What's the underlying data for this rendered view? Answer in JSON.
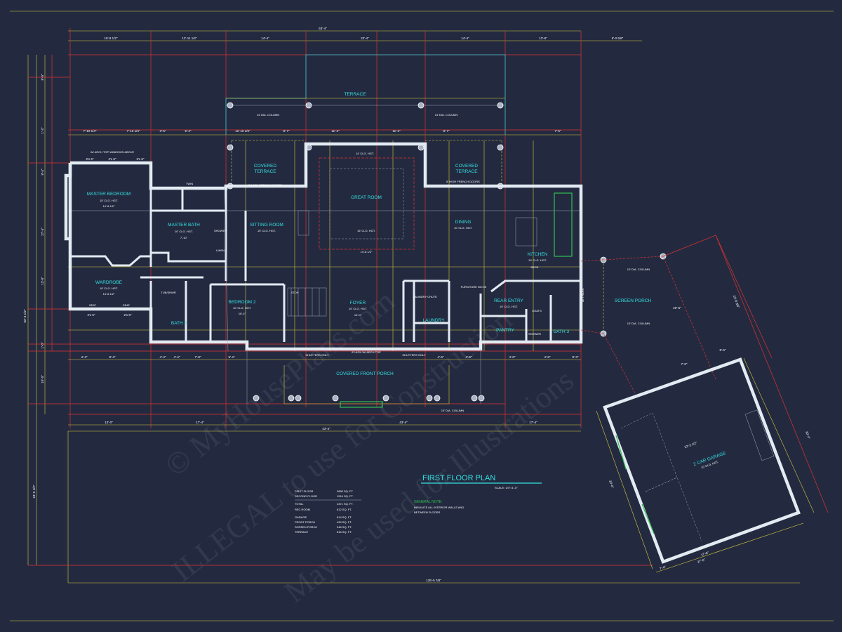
{
  "title": "FIRST FLOOR PLAN",
  "scale": "SCALE: 1/4\"=1'-0\"",
  "general_note": {
    "heading": "GENERAL NOTE:",
    "lines": [
      "INSULATE ALL INTERIOR WALLS AND",
      "BETWEEN FLOORS"
    ]
  },
  "watermark": [
    "© MyHousePlans.com",
    "ILLEGAL to use for Construction",
    "May be used for Illustrations"
  ],
  "area_table": [
    {
      "label": "FIRST FLOOR",
      "value": "2855 SQ. FT."
    },
    {
      "label": "SECOND FLOOR",
      "value": "1516 SQ. FT."
    },
    {
      "label": "TOTAL",
      "value": "4371 SQ. FT."
    },
    {
      "label": "REC ROOM",
      "value": "612 SQ. FT."
    },
    {
      "label": "GARAGE",
      "value": "814 SQ. FT."
    },
    {
      "label": "FRONT PORCH",
      "value": "439 SQ. FT."
    },
    {
      "label": "SCREEN PORCH",
      "value": "346 SQ. FT."
    },
    {
      "label": "TERRACE",
      "value": "816 SQ. FT."
    }
  ],
  "rooms": {
    "terrace": {
      "name": "TERRACE",
      "note": ""
    },
    "covered_terrace_left": {
      "name": "COVERED",
      "name2": "TERRACE"
    },
    "covered_terrace_right": {
      "name": "COVERED",
      "name2": "TERRACE"
    },
    "master_bedroom": {
      "name": "MASTER BEDROOM",
      "note": "15' CLG. HGT.",
      "dim": "14'-8 1/2\""
    },
    "master_bath": {
      "name": "MASTER BATH",
      "note": "10' CLG. HGT.",
      "dim": "7'-10\""
    },
    "sitting_room": {
      "name": "SITTING ROOM",
      "note": "10' CLG. HGT."
    },
    "great_room": {
      "name": "GREAT ROOM",
      "note": "15' CLG. HGT.",
      "dim": "14'-8 1/2\""
    },
    "dining": {
      "name": "DINING",
      "note": "10' CLG. HGT."
    },
    "kitchen": {
      "name": "KITCHEN",
      "note": "10' CLG. HGT."
    },
    "wardrobe": {
      "name": "WARDROBE",
      "note": "10' CLG. HGT.",
      "dim": "14'-8 1/2\""
    },
    "bedroom2": {
      "name": "BEDROOM 2",
      "note": "10' CLG. HGT.",
      "dim": "16'-4\""
    },
    "bath2": {
      "name": "BATH 2"
    },
    "foyer": {
      "name": "FOYER",
      "note": "10' CLG. HGT.",
      "dim": "14'-0\""
    },
    "laundry": {
      "name": "LAUNDRY"
    },
    "rear_entry": {
      "name": "REAR ENTRY",
      "note": "10' CLG. HGT."
    },
    "pantry": {
      "name": "PANTRY"
    },
    "bath3": {
      "name": "BATH 3"
    },
    "screen_porch": {
      "name": "SCREEN PORCH"
    },
    "covered_front_porch": {
      "name": "COVERED FRONT PORCH"
    },
    "garage": {
      "name": "2 CAR GARAGE",
      "note": "10' CLG. HGT.",
      "dim": "22'-2 1/2\""
    }
  },
  "notes": {
    "arch_windows": "W/ ARCH TOP WINDOWS ABOVE",
    "col_14_left": "14' DIA. COLUMN",
    "col_14_right": "14' DIA. COLUMN",
    "col_10_front": "10' DIA. COLUMN",
    "col_10_screen_top": "10' DIA. COLUMN",
    "col_10_screen_bot": "10' DIA. COLUMN",
    "french_left": "8' HIGH FRENCH DOORS",
    "french_right": "8' HIGH FRENCH DOORS",
    "shutters_left": "SHUTTERS ONLY",
    "shutters_right": "SHUTTERS ONLY",
    "arch_top": "8' HIGH W/ ARCH TOP",
    "furniture_niche": "FURNITURE NICHE",
    "clg_14": "14' CLG. HGT.",
    "tub_shwr": "TUB/SHWR",
    "linen": "LINEN",
    "shower": "SHOWER",
    "seat": "SEAT",
    "twin": "TWIN",
    "stor": "STOR",
    "coats": "COATS",
    "shower2": "SHOWER",
    "refr": "REFR",
    "laundry_chute": "LAUNDRY CHUTE",
    "w_trans": "W/ TRANS."
  },
  "dims": {
    "top_overall": "53'-4\"",
    "top_right_overall": "8'-0 5/8\"",
    "top_segments": [
      "15'-8 1/2\"",
      "12'-11 1/2\"",
      "14'-4\"",
      "22'-4\"",
      "14'-4\"",
      "13'-8\""
    ],
    "second_row": [
      "7'-10 1/4\"",
      "7'-10 1/4\"",
      "3'-6\"",
      "5'-4\"",
      "11'-10 1/2\"",
      "8'-7\"",
      "11'-2\"",
      "11'-2\"",
      "8'-7\"",
      "7'-6\""
    ],
    "bottom_overall": "135'-5 7/8\"",
    "bottom_segments": [
      "13'-0\"",
      "17'-4\"",
      "43'-4\"",
      "43'-4\"",
      "17'-4\""
    ],
    "porch_row": [
      "4'-4\"",
      "8'-4\"",
      "4'-4\"",
      "4'-4\"",
      "7'-8\"",
      "5'-4\"",
      "4'-6\"",
      "4'-6\"",
      "4'-8\"",
      "4'-8\"",
      "8'-3\""
    ],
    "left_overall": "62'-4 1/2\"",
    "left_outer": "24'-5 1/2\"",
    "left_segments": [
      "8'-0\"",
      "1'-4\"",
      "8'-4\"",
      "27'-4\"",
      "13'-0\"",
      "1'-0\"",
      "10'-0\""
    ],
    "garage_dims": [
      "27'-0\"",
      "17'-8\"",
      "7'-4\"",
      "30'-4\"",
      "20'-0\""
    ],
    "screen_porch_dims": [
      "22'-8 3/8\"",
      "20'-5\"",
      "7'-0\"",
      "8'-6\""
    ],
    "window_tags": [
      "2'x 6\"",
      "2'x 6\"",
      "3'x 6\"",
      "2'x 6\"",
      "2'x 6\""
    ]
  }
}
